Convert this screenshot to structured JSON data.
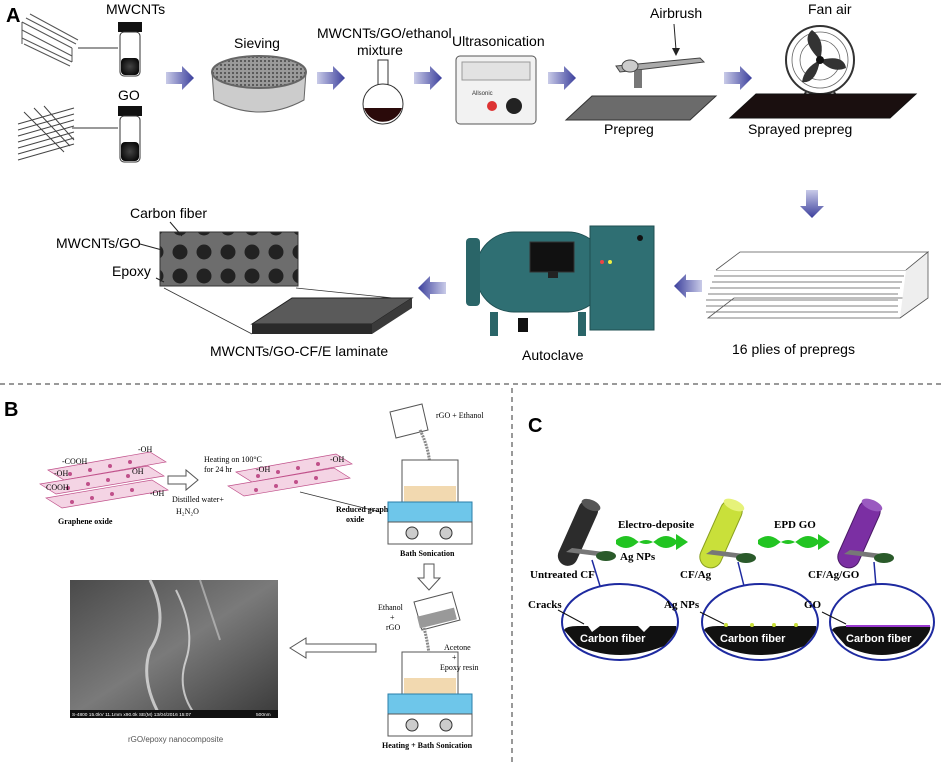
{
  "panel_a": {
    "letter": "A",
    "mwcnts": "MWCNTs",
    "go": "GO",
    "sieving": "Sieving",
    "mixture_line1": "MWCNTs/GO/ethanol",
    "mixture_line2": "mixture",
    "ultrasonication": "Ultrasonication",
    "device_brand": "Allsonic",
    "airbrush": "Airbrush",
    "prepreg": "Prepreg",
    "fan_air": "Fan air",
    "sprayed_prepreg": "Sprayed prepreg",
    "plies": "16 plies of prepregs",
    "autoclave": "Autoclave",
    "laminate": "MWCNTs/GO-CF/E laminate",
    "carbon_fiber": "Carbon fiber",
    "mwcnts_go": "MWCNTs/GO",
    "epoxy": "Epoxy"
  },
  "panel_b": {
    "letter": "B",
    "cooh1": "-COOH",
    "oh1": "-OH",
    "oh2": "-OH",
    "oh3": "OH",
    "cooh2": "COOH",
    "oh4": "-OH",
    "heating_line1": "Heating on 100°C",
    "heating_line2": "for 24 hr",
    "distilled": "Distilled water+",
    "hydrazine": "H₂N₂O",
    "oh5": "-OH",
    "oh6": "-OH",
    "graphene_oxide": "Graphene oxide",
    "reduced_line1": "Reduced graphene",
    "reduced_line2": "oxide",
    "rgo_ethanol": "rGO + Ethanol",
    "bath_sonication": "Bath Sonication",
    "ethanol": "Ethanol",
    "plus1": "+",
    "rgo": "rGO",
    "acetone": "Acetone",
    "plus2": "+",
    "epoxy_resin": "Epoxy resin",
    "heating_bath": "Heating + Bath Sonication",
    "sem_scale": "S-4800 15.0kV 11.1mm x90.0k SE(M) 13/04/2016 15:07",
    "sem_bar": "500nm",
    "nanocomposite": "rGO/epoxy nanocomposite"
  },
  "panel_c": {
    "letter": "C",
    "electro": "Electro-deposite",
    "ag_nps_top": "Ag NPs",
    "epd_go": "EPD GO",
    "untreated": "Untreated CF",
    "cf_ag": "CF/Ag",
    "cf_ag_go": "CF/Ag/GO",
    "cracks": "Cracks",
    "ag_nps": "Ag NPs",
    "go": "GO",
    "carbon_fiber_1": "Carbon fiber",
    "carbon_fiber_2": "Carbon fiber",
    "carbon_fiber_3": "Carbon fiber"
  },
  "colors": {
    "arrow_blue": "#3b3f9c",
    "autoclave_teal": "#2f6f73",
    "bath_blue": "#6ec6ea",
    "ag_green": "#c9e03a",
    "go_purple": "#7b2fa3"
  }
}
